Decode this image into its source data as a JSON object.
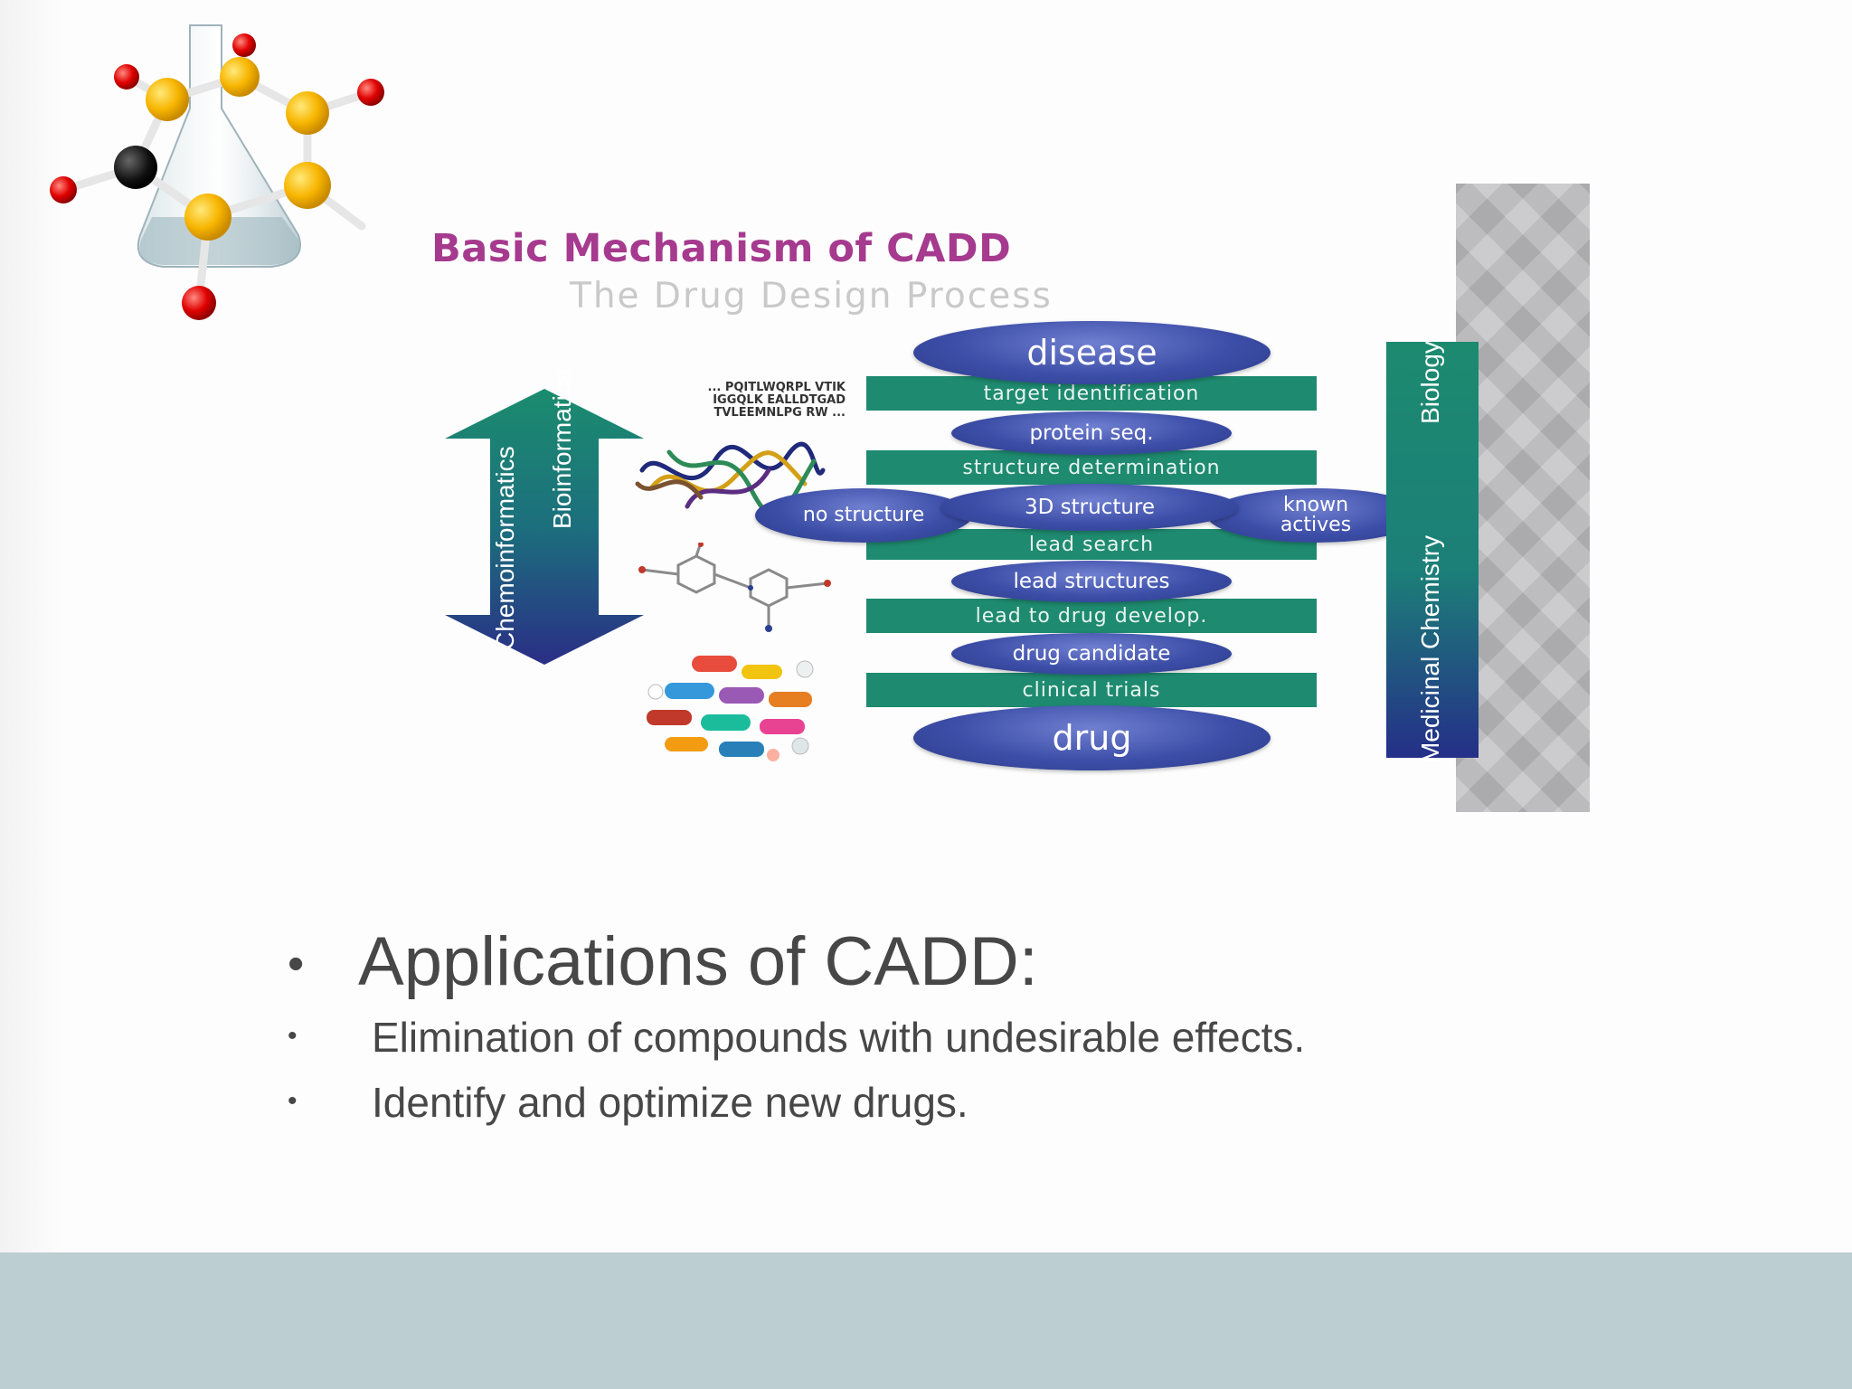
{
  "figure": {
    "title": "Basic Mechanism of CADD",
    "subtitle": "The Drug Design Process",
    "sequence_text": "... PQITLWQRPL VTIK\nIGGQLK EALLDTGAD\nTVLEEMNLPG RW ...",
    "arrow_labels": {
      "bioinformatics": "Bioinformatics",
      "chemoinformatics": "Chemoinformatics"
    },
    "side_labels": {
      "biology": "Biology",
      "medicinal_chemistry": "Medicinal Chemistry"
    },
    "steps": {
      "disease": "disease",
      "target_identification": "target identification",
      "protein_seq": "protein seq.",
      "structure_determination": "structure determination",
      "three_d_structure": "3D structure",
      "no_structure": "no structure",
      "known_actives": "known actives",
      "lead_search": "lead search",
      "lead_structures": "lead structures",
      "lead_to_drug": "lead to drug develop.",
      "drug_candidate": "drug candidate",
      "clinical_trials": "clinical trials",
      "drug": "drug"
    }
  },
  "content": {
    "heading": "Applications of CADD:",
    "items": [
      "Elimination of compounds with undesirable effects.",
      "Identify and optimize new drugs."
    ]
  },
  "colors": {
    "title": "#a53a8e",
    "band_green": "#1e8a6f",
    "ellipse_blue": "#3d4ea8",
    "footer": "#bdced3",
    "body_text": "#474747"
  },
  "icons": [
    "molecule-flask-icon",
    "double-arrow-icon",
    "protein-structure-icon",
    "chemical-structure-icon",
    "pills-icon"
  ]
}
